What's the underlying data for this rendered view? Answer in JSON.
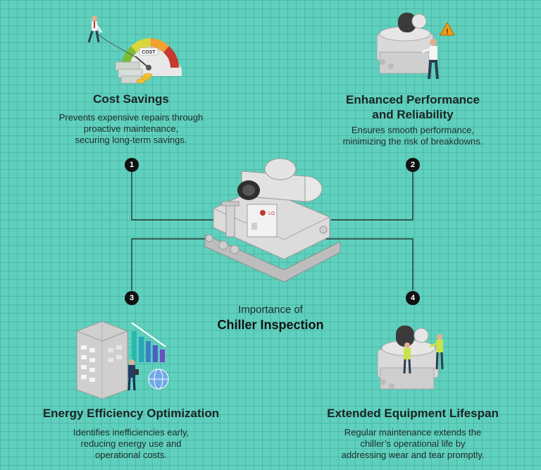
{
  "center": {
    "line1": "Importance of",
    "line2": "Chiller Inspection",
    "brand": "LG"
  },
  "items": [
    {
      "number": "1",
      "title": "Cost Savings",
      "desc": [
        "Prevents expensive repairs through",
        "proactive maintenance,",
        "securing long-term savings."
      ],
      "gauge_label": "COST"
    },
    {
      "number": "2",
      "title_lines": [
        "Enhanced Performance",
        "and Reliability"
      ],
      "desc": [
        "Ensures smooth performance,",
        "minimizing the risk of breakdowns."
      ]
    },
    {
      "number": "3",
      "title": "Energy Efficiency Optimization",
      "desc": [
        "Identifies inefficiencies early,",
        "reducing energy use and",
        "operational costs."
      ]
    },
    {
      "number": "4",
      "title": "Extended Equipment Lifespan",
      "desc": [
        "Regular maintenance extends the",
        "chiller’s operational life by",
        "addressing wear and tear promptly."
      ]
    }
  ],
  "colors": {
    "background": "#5fd0bd",
    "badge": "#111111",
    "machine": "#d9d9d9",
    "warning": "#f39c12",
    "vest": "#c8e34a"
  }
}
